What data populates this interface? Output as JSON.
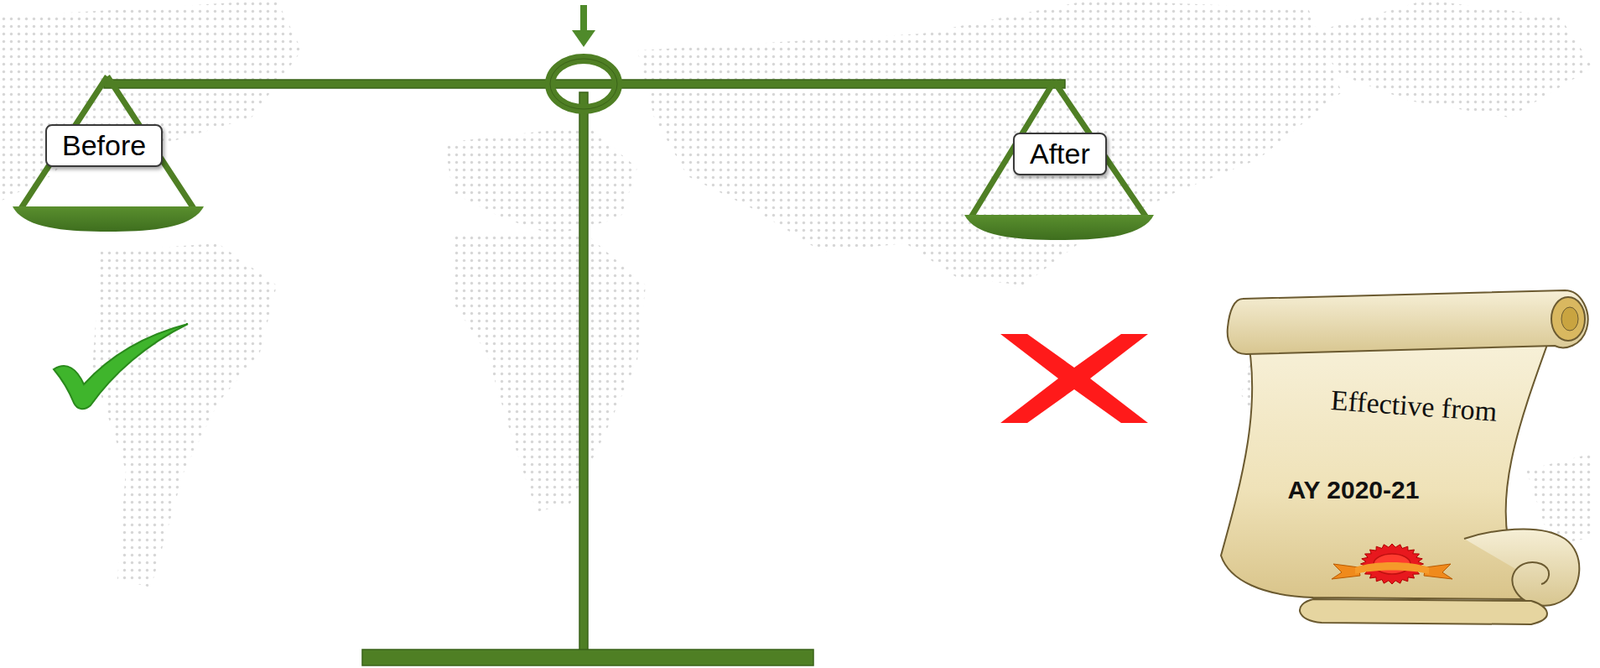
{
  "diagram": {
    "nodes": [
      {
        "text": [
          "Before"
        ]
      },
      {
        "text": [
          "After"
        ]
      },
      {
        "text": [
          "Effective from",
          "AY 2020-21"
        ]
      }
    ]
  }
}
